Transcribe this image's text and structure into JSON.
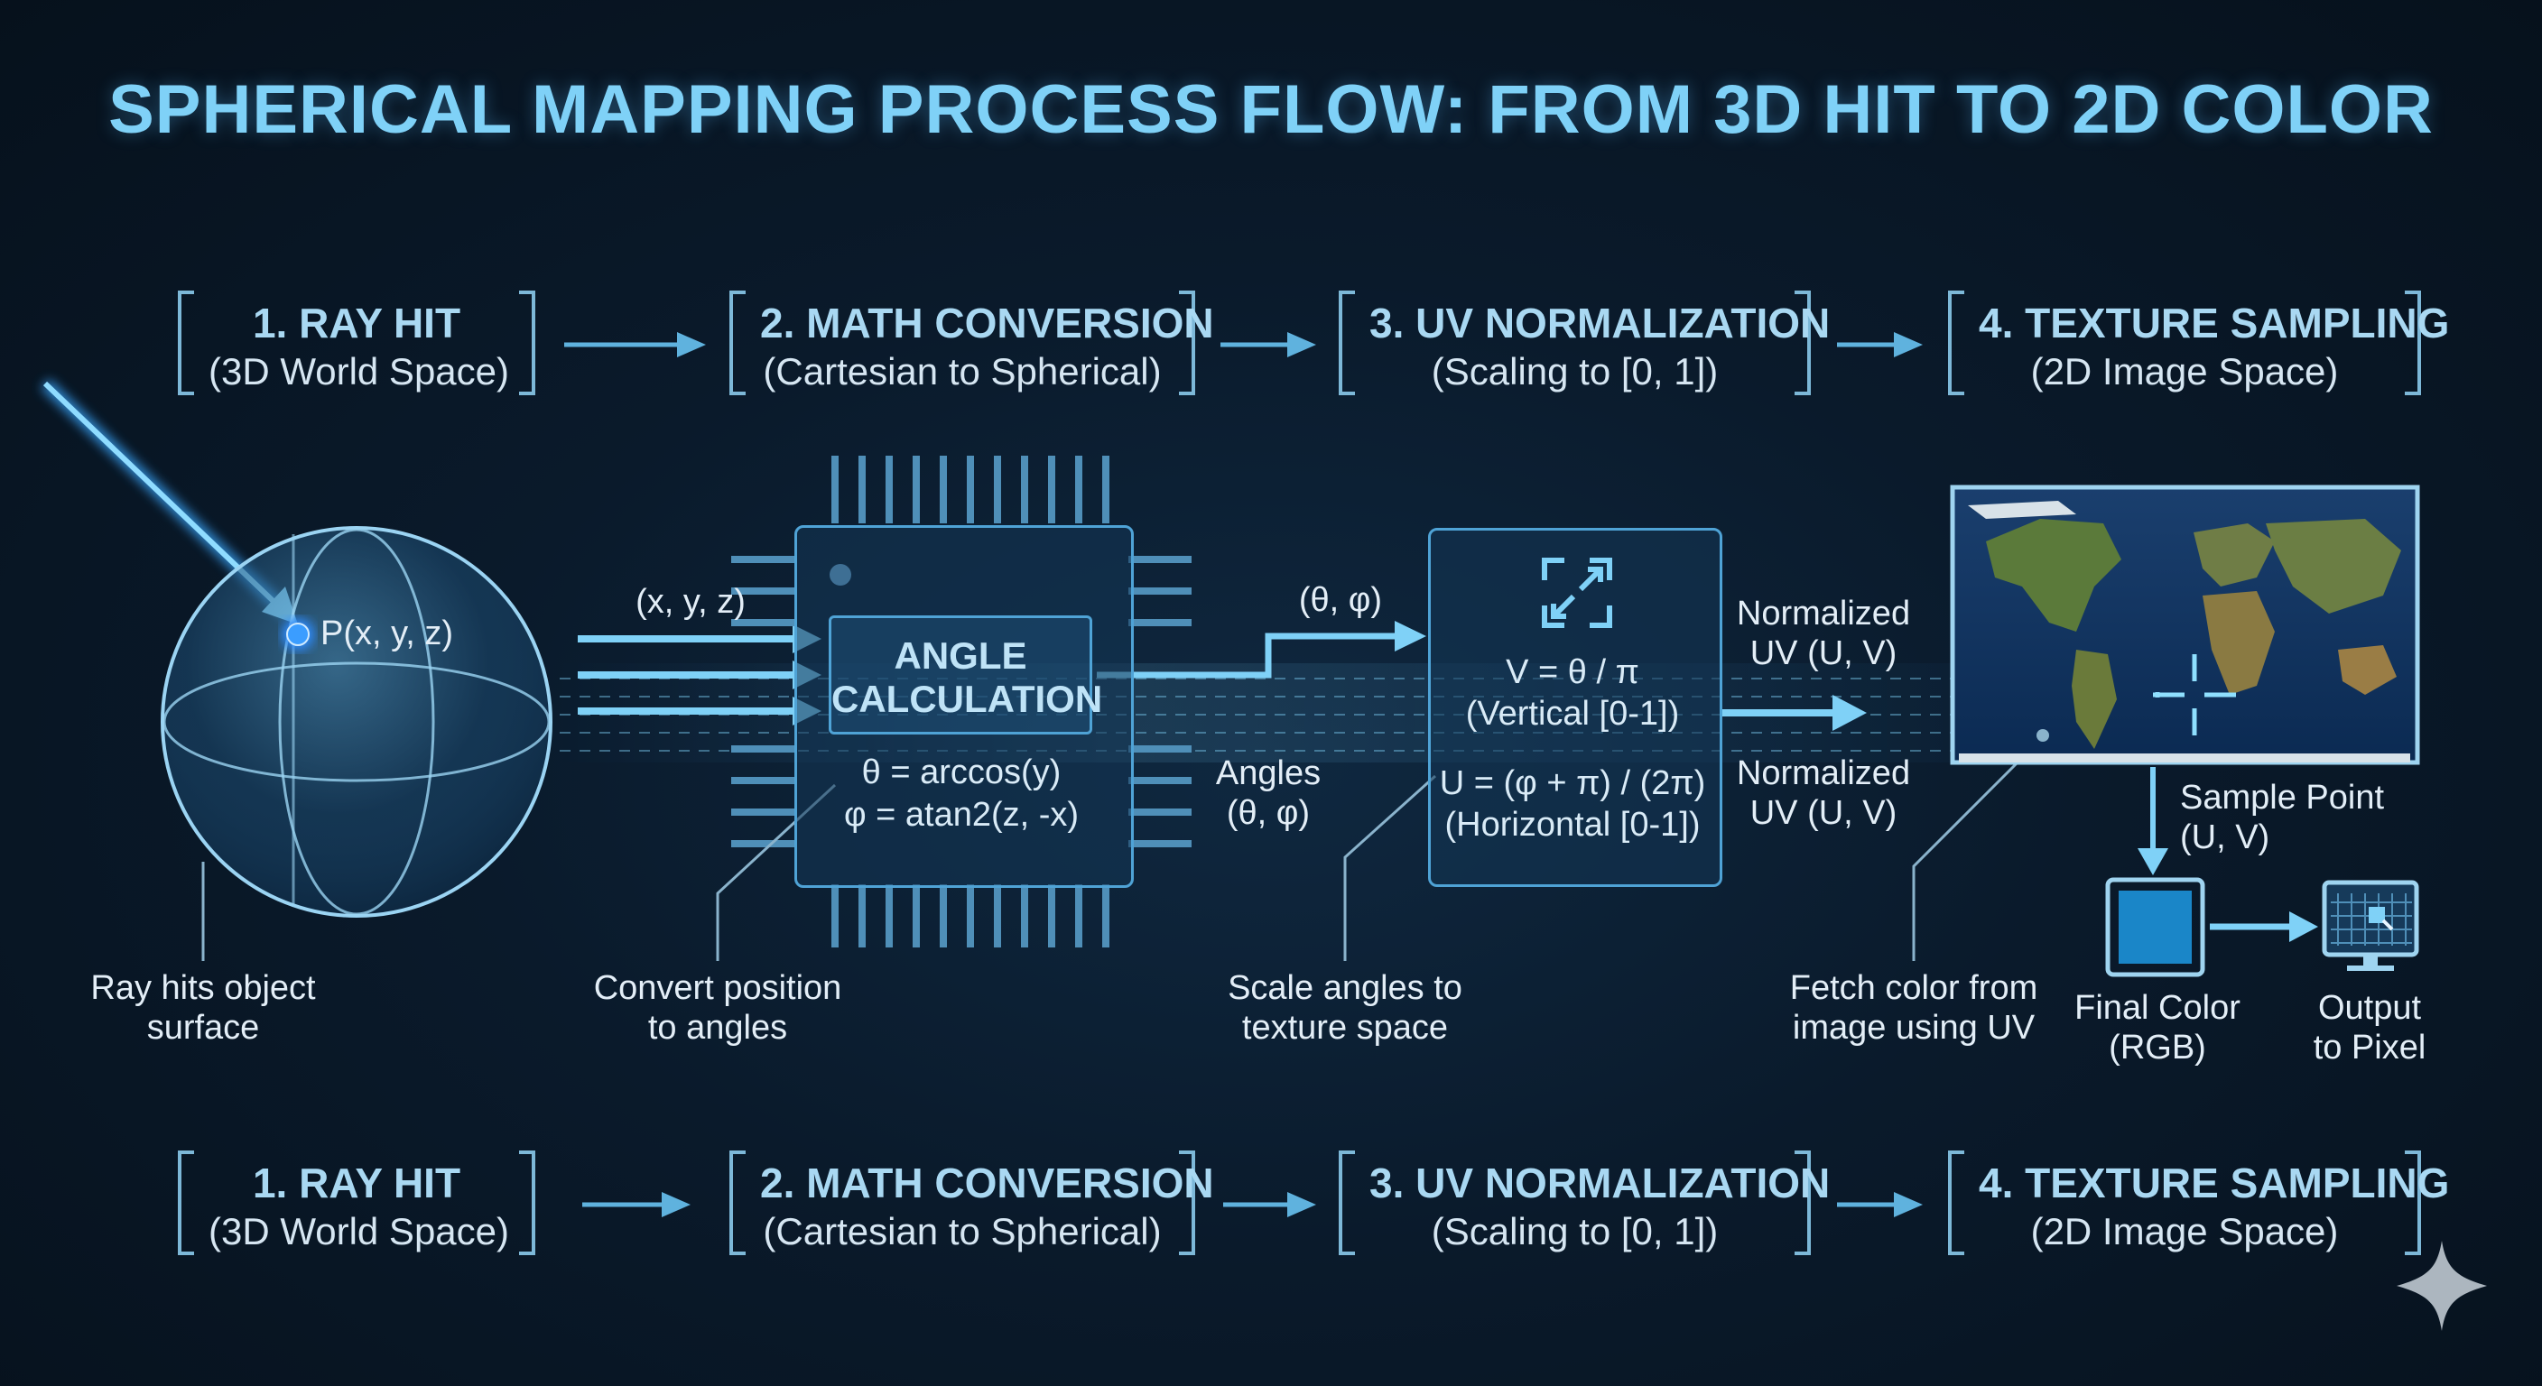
{
  "title": "SPHERICAL MAPPING PROCESS FLOW: FROM 3D HIT TO 2D COLOR",
  "stages": [
    {
      "name": "1. RAY HIT",
      "sub": "(3D World Space)"
    },
    {
      "name": "2. MATH CONVERSION",
      "sub": "(Cartesian to Spherical)"
    },
    {
      "name": "3. UV NORMALIZATION",
      "sub": "(Scaling to [0, 1])"
    },
    {
      "name": "4. TEXTURE SAMPLING",
      "sub": "(2D Image Space)"
    }
  ],
  "sphere": {
    "point_label": "P(x, y, z)",
    "caption_1": "Ray hits object",
    "caption_2": "surface"
  },
  "math": {
    "input_label": "(x, y, z)",
    "chip_title_1": "ANGLE",
    "chip_title_2": "CALCULATION",
    "theta_formula": "θ = arccos(y)",
    "phi_formula": "φ = atan2(z, -x)",
    "caption_1": "Convert position",
    "caption_2": "to angles"
  },
  "uv": {
    "input_label": "(θ, φ)",
    "angles_label_1": "Angles",
    "angles_label_2": "(θ, φ)",
    "v_formula": "V = θ / π",
    "v_note": "(Vertical [0-1])",
    "u_formula": "U = (φ + π) / (2π)",
    "u_note": "(Horizontal [0-1])",
    "caption_1": "Scale angles to",
    "caption_2": "texture space"
  },
  "texture": {
    "normalized_top_1": "Normalized",
    "normalized_top_2": "UV (U, V)",
    "normalized_bottom_1": "Normalized",
    "normalized_bottom_2": "UV (U, V)",
    "sample_1": "Sample Point",
    "sample_2": "(U, V)",
    "fetch_1": "Fetch color from",
    "fetch_2": "image using UV",
    "final_1": "Final Color",
    "final_2": "(RGB)",
    "output_1": "Output",
    "output_2": "to Pixel"
  },
  "icons": [
    "ray-arrow",
    "sphere",
    "chip",
    "expand-icon",
    "world-map",
    "crosshair",
    "color-swatch",
    "monitor-icon",
    "sparkle-icon"
  ],
  "colors": {
    "accent": "#7fd1f7",
    "glow": "#3aa8ff",
    "panel_border": "#4fa3d6",
    "background": "#0a1a2b"
  }
}
